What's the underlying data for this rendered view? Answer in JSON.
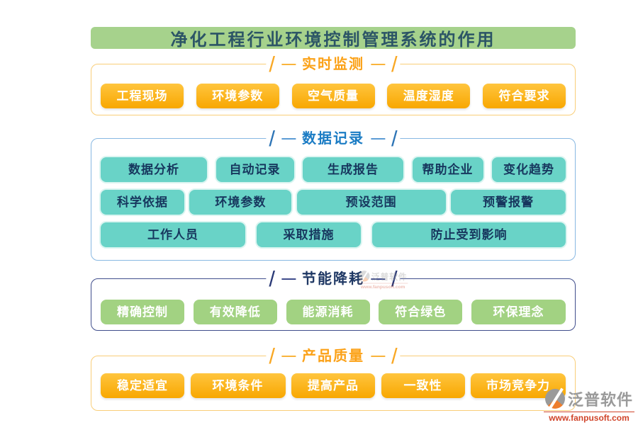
{
  "page": {
    "title": "净化工程行业环境控制管理系统的作用"
  },
  "sections": [
    {
      "id": "realtime-monitoring",
      "title": "实时监测",
      "theme": "orange",
      "rows": [
        [
          "工程现场",
          "环境参数",
          "空气质量",
          "温度湿度",
          "符合要求"
        ]
      ]
    },
    {
      "id": "data-recording",
      "title": "数据记录",
      "theme": "teal",
      "rows": [
        [
          "数据分析",
          "自动记录",
          "生成报告",
          "帮助企业",
          "变化趋势"
        ],
        [
          "科学依据",
          "环境参数",
          "预设范围",
          "预警报警"
        ],
        [
          "工作人员",
          "采取措施",
          "防止受到影响"
        ]
      ]
    },
    {
      "id": "energy-saving",
      "title": "节能降耗",
      "theme": "green",
      "rows": [
        [
          "精确控制",
          "有效降低",
          "能源消耗",
          "符合绿色",
          "环保理念"
        ]
      ]
    },
    {
      "id": "product-quality",
      "title": "产品质量",
      "theme": "orange",
      "rows": [
        [
          "稳定适宜",
          "环境条件",
          "提高产品",
          "一致性",
          "市场竞争力"
        ]
      ]
    }
  ],
  "watermark": {
    "brand": "泛普软件",
    "url": "www.fanpusoft.com"
  },
  "colors": {
    "title_bg": "#A6D28C",
    "title_text": "#2C5566",
    "orange_accent": "#FBA117",
    "orange_button": "#FBAE0C",
    "orange_border": "#F9CE79",
    "blue_accent": "#1B7CC4",
    "blue_border": "#88B8E2",
    "teal_button": "#69D3C7",
    "teal_button_text": "#17375E",
    "navy_accent": "#1F3864",
    "navy_border": "#404E8C",
    "green_button": "#A2D282",
    "watermark_gray": "#9A9A9A",
    "watermark_red": "#D0452B"
  }
}
